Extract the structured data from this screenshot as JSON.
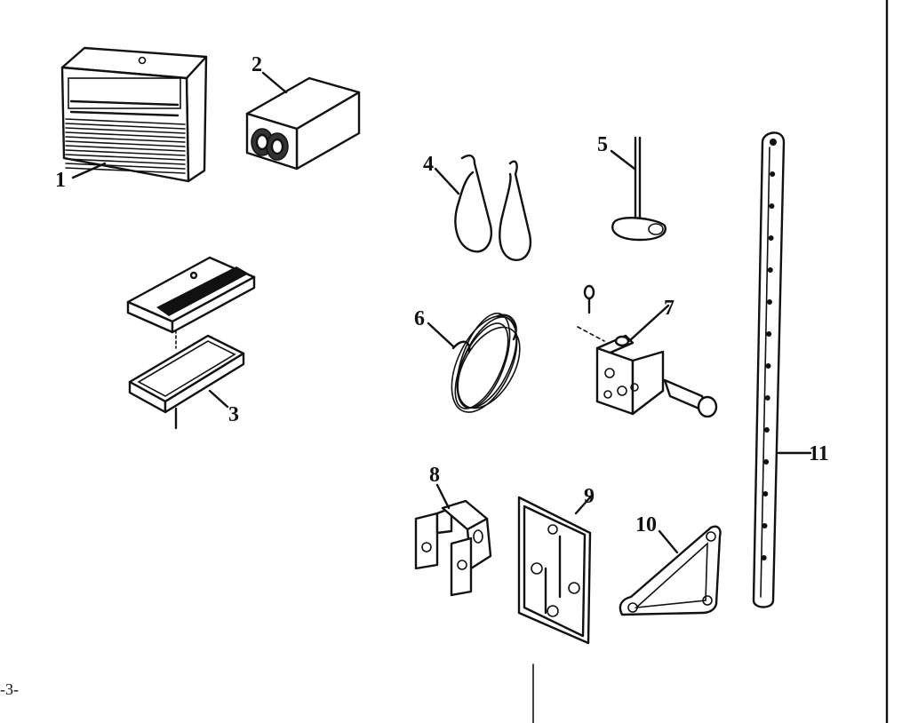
{
  "page_number": "-3-",
  "callouts": [
    "1",
    "2",
    "3",
    "4",
    "5",
    "6",
    "7",
    "8",
    "9",
    "10",
    "11"
  ]
}
